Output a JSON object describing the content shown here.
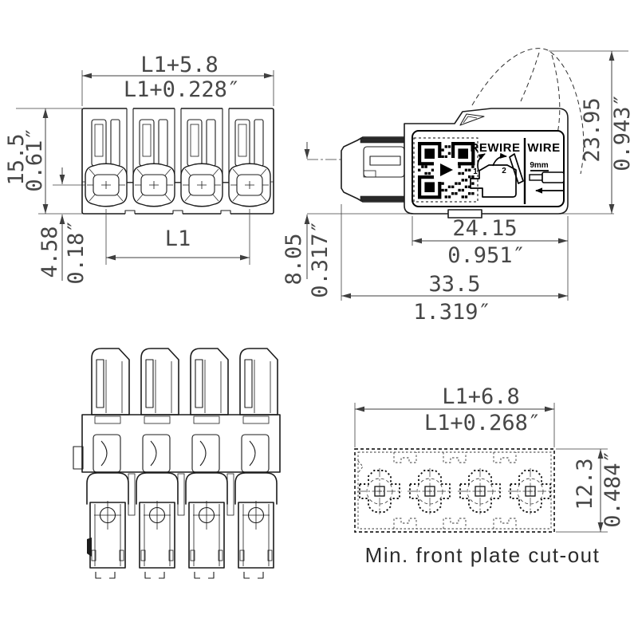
{
  "drawing": {
    "front_view": {
      "width_mm": "L1+5.8",
      "width_in": "L1+0.228″",
      "height_mm": "15.5",
      "height_in": "0.61″",
      "offset_mm": "4.58",
      "offset_in": "0.18″",
      "pitch": "L1"
    },
    "side_view": {
      "open_height_mm": "23.95",
      "open_height_in": "0.943″",
      "center_height_mm": "8.05",
      "center_height_in": "0.317″",
      "label_width_mm": "24.15",
      "label_width_in": "0.951″",
      "total_width_mm": "33.5",
      "total_width_in": "1.319″",
      "label": {
        "rewire": "REWIRE",
        "wire": "WIRE",
        "wire_gauge": "9mm",
        "step_1": "1",
        "step_2": "2"
      }
    },
    "cutout_view": {
      "width_mm": "L1+6.8",
      "width_in": "L1+0.268″",
      "height_mm": "12.3",
      "height_in": "0.484″",
      "caption": "Min. front plate cut-out"
    },
    "colors": {
      "line": "#1c1c1c",
      "dimension": "#474747",
      "label_black": "#000000",
      "background": "#ffffff"
    }
  }
}
